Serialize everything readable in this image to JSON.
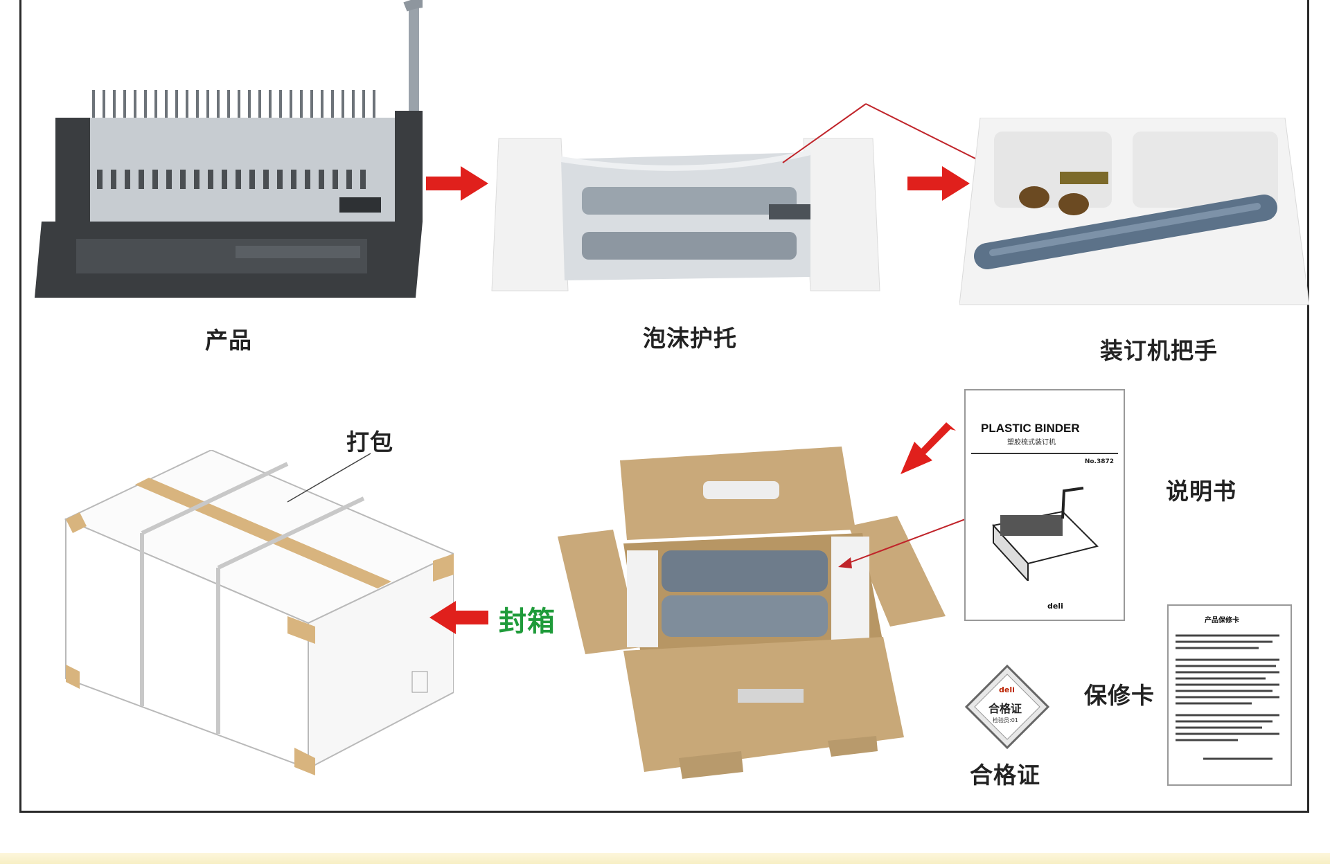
{
  "labels": {
    "product": "产品",
    "foam_tray": "泡沫护托",
    "handle": "装订机把手",
    "packing": "打包",
    "manual": "说明书",
    "seal_box": "封箱",
    "warranty_card": "保修卡",
    "certificate": "合格证"
  },
  "manual_cover": {
    "title": "PLASTIC BINDER",
    "subtitle": "塑胶梳式装订机",
    "model": "No.3872",
    "brand": "deli"
  },
  "certificate_badge": {
    "brand": "deli",
    "text": "合格证",
    "sub": "检验员:01"
  },
  "warranty_doc": {
    "title": "产品保修卡"
  },
  "colors": {
    "arrow_red": "#e0201c",
    "seal_green": "#1f9b3a",
    "cardboard": "#c9a97a",
    "tape_tan": "#d8b47e",
    "machine_dark": "#3a3d40",
    "handle_blue": "#5c7289"
  }
}
